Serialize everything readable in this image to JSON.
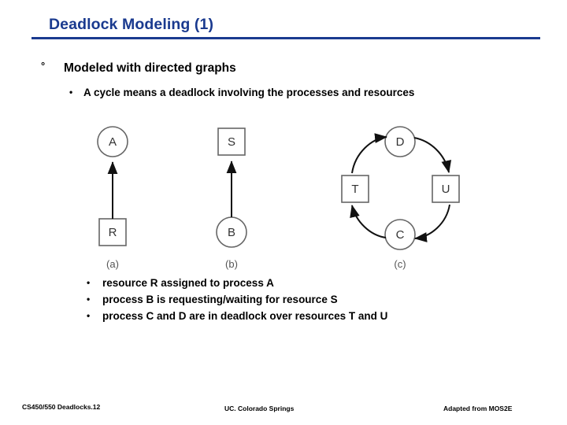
{
  "slide": {
    "title": "Deadlock Modeling (1)",
    "accent_color": "#1a3a8f",
    "bullet_level1": {
      "marker": "°",
      "text": "Modeled with directed graphs"
    },
    "bullet_level2": {
      "marker": "•",
      "text": "A cycle means a deadlock involving the processes and resources"
    },
    "explanations": [
      {
        "marker": "•",
        "text": "resource R assigned to process A"
      },
      {
        "marker": "•",
        "text": "process B is requesting/waiting for resource S"
      },
      {
        "marker": "•",
        "text": "process C and D are in deadlock over resources T and U"
      }
    ],
    "figure": {
      "panels": [
        {
          "caption": "(a)",
          "nodes": [
            {
              "label": "A",
              "shape": "circle"
            },
            {
              "label": "R",
              "shape": "square"
            }
          ],
          "edges": [
            {
              "from": "R",
              "to": "A"
            }
          ]
        },
        {
          "caption": "(b)",
          "nodes": [
            {
              "label": "S",
              "shape": "square"
            },
            {
              "label": "B",
              "shape": "circle"
            }
          ],
          "edges": [
            {
              "from": "B",
              "to": "S"
            }
          ]
        },
        {
          "caption": "(c)",
          "nodes": [
            {
              "label": "D",
              "shape": "circle"
            },
            {
              "label": "T",
              "shape": "square"
            },
            {
              "label": "U",
              "shape": "square"
            },
            {
              "label": "C",
              "shape": "circle"
            }
          ],
          "edges": [
            {
              "from": "T",
              "to": "D"
            },
            {
              "from": "D",
              "to": "U"
            },
            {
              "from": "U",
              "to": "C"
            },
            {
              "from": "C",
              "to": "T"
            }
          ]
        }
      ]
    },
    "footer": {
      "left": "CS450/550 Deadlocks.12",
      "center": "UC. Colorado Springs",
      "right": "Adapted from MOS2E"
    }
  }
}
